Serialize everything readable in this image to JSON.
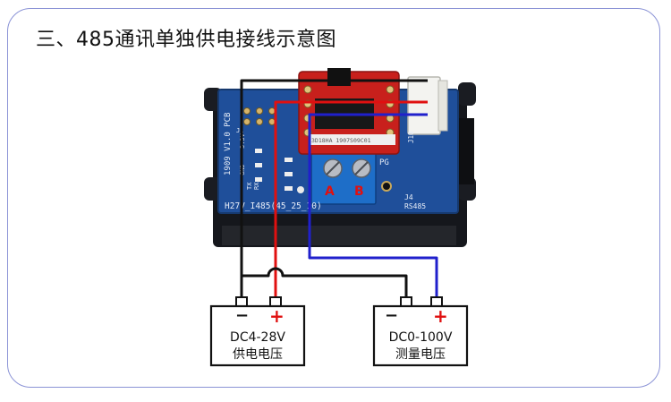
{
  "title": "三、485通讯单独供电接线示意图",
  "colors": {
    "frame": "#8b93d6",
    "wire_black": "#111111",
    "wire_red": "#e01010",
    "wire_blue": "#2020cc",
    "pcb_blue": "#1f4f9a",
    "module_red": "#c8201c",
    "terminal_blue": "#1e6ec8"
  },
  "board": {
    "label_version": "1909 V1.0 PCB",
    "label_model": "H27V_I485(45_25_10)",
    "label_j4": "J4",
    "label_rs485": "RS485",
    "label_pg": "PG",
    "terminal_a": "A",
    "terminal_b": "B",
    "label_j1": "J1",
    "label_j10": "J10",
    "label_gnd": "GND",
    "label_3v3": "3.3V",
    "label_tx": "TX",
    "label_rx": "RX",
    "module_chip_text": "3D18HA  1907S09C01"
  },
  "boxes": [
    {
      "minus": "−",
      "plus": "+",
      "line1": "DC4-28V",
      "line2": "供电电压"
    },
    {
      "minus": "−",
      "plus": "+",
      "line1": "DC0-100V",
      "line2": "测量电压"
    }
  ]
}
